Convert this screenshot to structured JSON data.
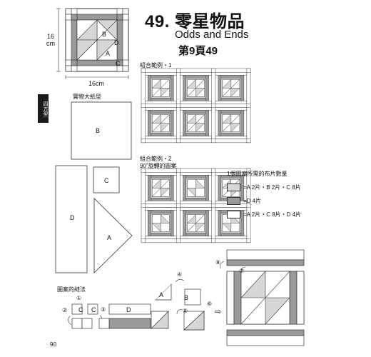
{
  "title": {
    "number_title": "49. 零星物品",
    "english": "Odds and Ends",
    "page_ref": "第9頁49"
  },
  "dimensions": {
    "height": "16",
    "height_unit": "cm",
    "width": "16cm"
  },
  "block_labels": {
    "B": "B",
    "D": "D",
    "A": "A",
    "C": "C"
  },
  "side_tab": "四方型",
  "template_heading": "實物大紙型",
  "combo1_label": "組合範例・1",
  "combo2_label": "組合範例・2",
  "combo2_sub": "90˚旋轉的圖案",
  "legend": {
    "heading": "1個圖案所需的布片數量",
    "rows": [
      {
        "text": "=A 2片・B 2片・C 8片",
        "color": "#d6d6d6"
      },
      {
        "text": "=D 4片",
        "color": "#9a9a9a"
      },
      {
        "text": "=A 2片・C 8片・D 4片",
        "color": "#ffffff"
      }
    ]
  },
  "sewing_heading": "圖案的縫法",
  "steps": [
    "①",
    "②",
    "③",
    "④",
    "⑤",
    "⑥",
    "⑦",
    "⑧"
  ],
  "arrow_glyph": "⇨",
  "page_number": "90"
}
